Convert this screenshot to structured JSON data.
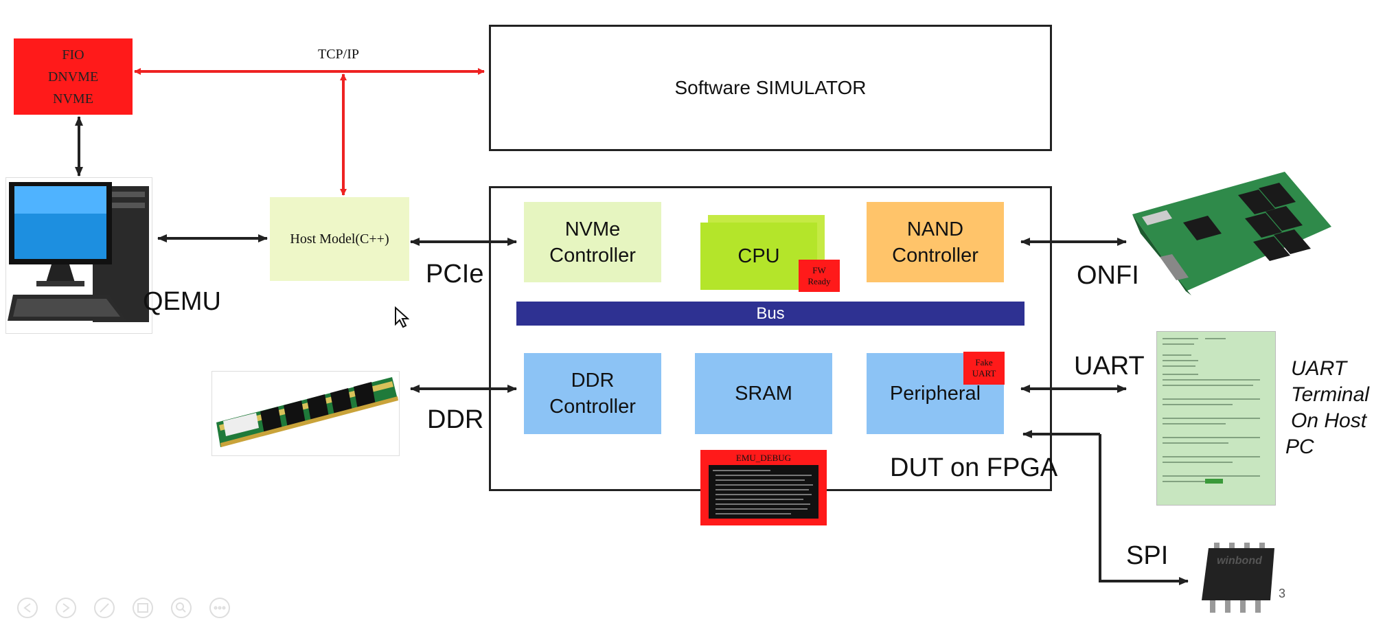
{
  "host_tools": {
    "line1": "FIO",
    "line2": "DNVME",
    "line3": "NVME"
  },
  "tcpip_label": "TCP/IP",
  "simulator_label": "Software SIMULATOR",
  "qemu_label": "QEMU",
  "host_model_label": "Host Model(C++)",
  "pcie_label": "PCIe",
  "ddr_label": "DDR",
  "blocks": {
    "nvme": {
      "line1": "NVMe",
      "line2": "Controller"
    },
    "cpu": "CPU",
    "fw_ready": {
      "line1": "FW",
      "line2": "Ready"
    },
    "nand": {
      "line1": "NAND",
      "line2": "Controller"
    },
    "bus": "Bus",
    "ddr_ctrl": {
      "line1": "DDR",
      "line2": "Controller"
    },
    "sram": "SRAM",
    "peripheral": "Peripheral",
    "fake_uart": {
      "line1": "Fake",
      "line2": "UART"
    },
    "emu_debug": "EMU_DEBUG"
  },
  "dut_label": "DUT on FPGA",
  "onfi_label": "ONFI",
  "uart_label": "UART",
  "uart_terminal": {
    "line1": "UART",
    "line2": "Terminal",
    "line3": "On Host",
    "line4": "PC"
  },
  "spi_label": "SPI",
  "chip_brand": "winbond",
  "page_number": "3",
  "colors": {
    "red_box": "#ff1a1a",
    "arrow_red": "#ee2222",
    "host_model": "#eef7c8",
    "nvme": "#e6f5c0",
    "cpu": "#c5ea44",
    "nand": "#ffc46a",
    "bus": "#2e3192",
    "blue_block": "#8cc3f5"
  },
  "icons": [
    "desktop-computer-icon",
    "ddr-memory-module-icon",
    "ssd-board-icon",
    "terminal-screenshot-icon",
    "spi-flash-chip-icon",
    "mouse-cursor-icon"
  ],
  "toolbar": [
    "prev-icon",
    "next-icon",
    "pen-icon",
    "screen-icon",
    "zoom-icon",
    "more-icon"
  ]
}
